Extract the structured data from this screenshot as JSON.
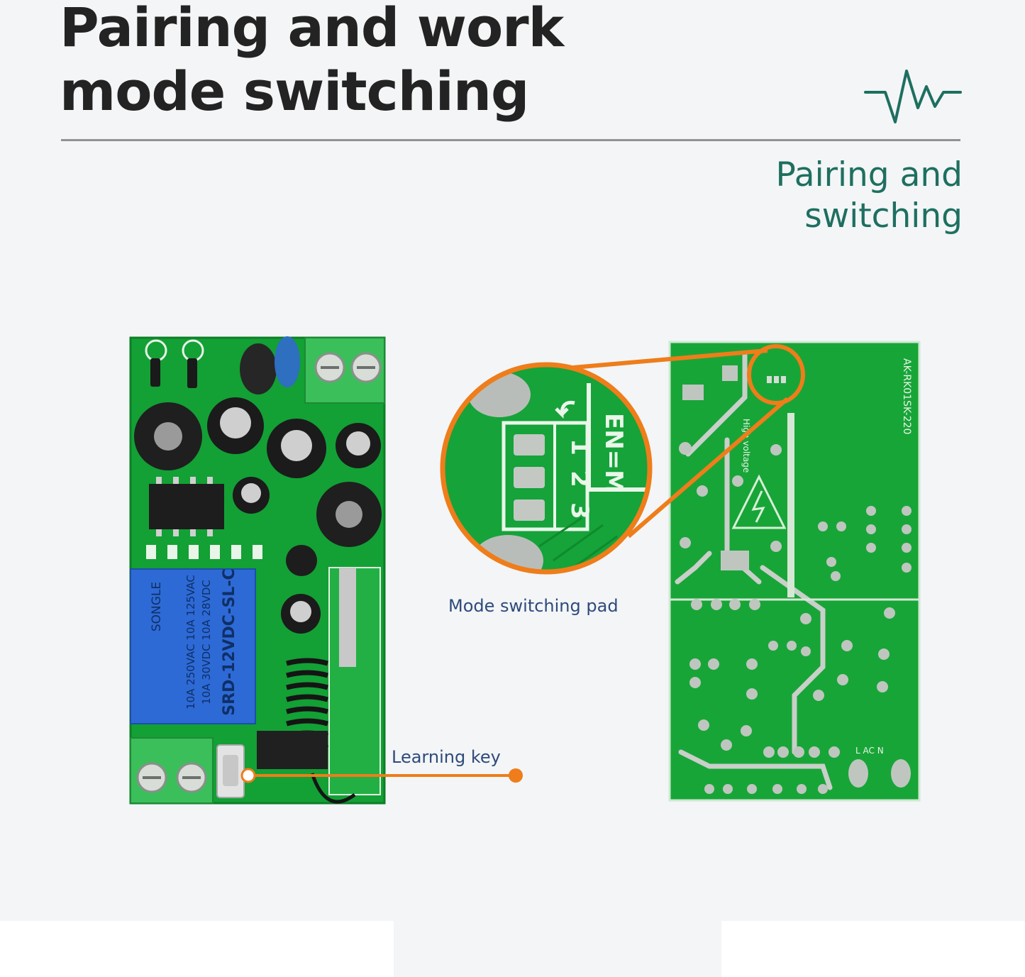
{
  "heading": {
    "title_line1": "Pairing and work",
    "title_line2": "mode switching",
    "subtitle_line1": "Pairing and",
    "subtitle_line2": "switching"
  },
  "callouts": {
    "mode_pad": "Mode switching pad",
    "learning_key": "Learning key"
  },
  "zoom": {
    "pad_numbers": [
      "1",
      "2",
      "3"
    ],
    "silk_text": "EN=M"
  },
  "boards": {
    "relay_brand": "SONGLE",
    "relay_model": "SRD-12VDC-SL-C",
    "relay_rating_1": "10A 250VAC 10A 125VAC",
    "relay_rating_2": "10A 30VDC 10A 28VDC",
    "back_model": "AK-RK01SK-220",
    "back_warning": "High voltage",
    "terminal_labels": "L  AC  N"
  },
  "colors": {
    "pcb_green": "#13a035",
    "accent_orange": "#ee7d1a",
    "subtitle_teal": "#1e6f60"
  },
  "icons": [
    "pulse-line-icon",
    "high-voltage-warning-icon"
  ]
}
